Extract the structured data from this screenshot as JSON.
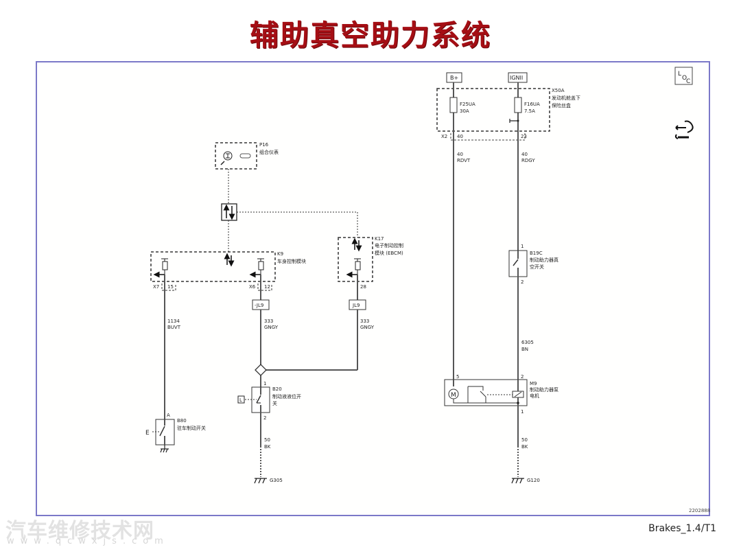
{
  "title": "辅助真空助力系统",
  "footer": "Brakes_1.4/T1",
  "doc_id": "2202888",
  "watermark": {
    "cn": "汽车维修技术网",
    "url": "www.qcwxjs.com"
  },
  "icons": {
    "loc": "LOC",
    "service": "service-connector-icon"
  },
  "power": {
    "bplus": "B+",
    "ignii": "IGNII",
    "fusebox_id": "X50A",
    "fusebox_name_1": "发动机舱盖下",
    "fusebox_name_2": "保险丝盒",
    "fuse1_id": "F25UA",
    "fuse1_rating": "30A",
    "fuse2_id": "F16UA",
    "fuse2_rating": "7.5A",
    "conn": "X2",
    "pin1": "40",
    "pin2": "23"
  },
  "wires": {
    "w40_rdvt_gauge": "40",
    "w40_rdvt_color": "RDVT",
    "w40_rdgy_gauge": "40",
    "w40_rdgy_color": "RDGY",
    "w1134_gauge": "1134",
    "w1134_color": "BUVT",
    "w333a_gauge": "333",
    "w333a_color": "GNGY",
    "w333b_gauge": "333",
    "w333b_color": "GNGY",
    "w6305_gauge": "6305",
    "w6305_color": "BN",
    "w50a_gauge": "50",
    "w50a_color": "BK",
    "w50b_gauge": "50",
    "w50b_color": "BK"
  },
  "components": {
    "p16_id": "P16",
    "p16_name": "组合仪表",
    "k9_id": "K9",
    "k9_name": "车身控制模块",
    "k9_conn1": "X7",
    "k9_pin1": "15",
    "k9_conn2": "X6",
    "k9_pin2": "12",
    "k17_id": "K17",
    "k17_name_1": "电子制动控制",
    "k17_name_2": "模块 (EBCM)",
    "k17_pin": "28",
    "jl9_a": "-JL9",
    "jl9_b": "JL9",
    "b20_id": "B20",
    "b20_name_1": "制动液液位开",
    "b20_name_2": "关",
    "b20_pin_top": "1",
    "b20_pin_bot": "2",
    "b80_id": "B80",
    "b80_name": "驻车制动开关",
    "b80_pin": "A",
    "b19c_id": "B19C",
    "b19c_name_1": "制动助力器真",
    "b19c_name_2": "空开关",
    "b19c_pin_top": "1",
    "b19c_pin_bot": "2",
    "m9_id": "M9",
    "m9_name_1": "制动助力器泵",
    "m9_name_2": "电机",
    "m9_pin5": "5",
    "m9_pin2": "2",
    "m9_pin1": "1",
    "motor_label": "M",
    "g305": "G305",
    "g120": "G120",
    "level_symbol": "L",
    "e_symbol": "E"
  }
}
